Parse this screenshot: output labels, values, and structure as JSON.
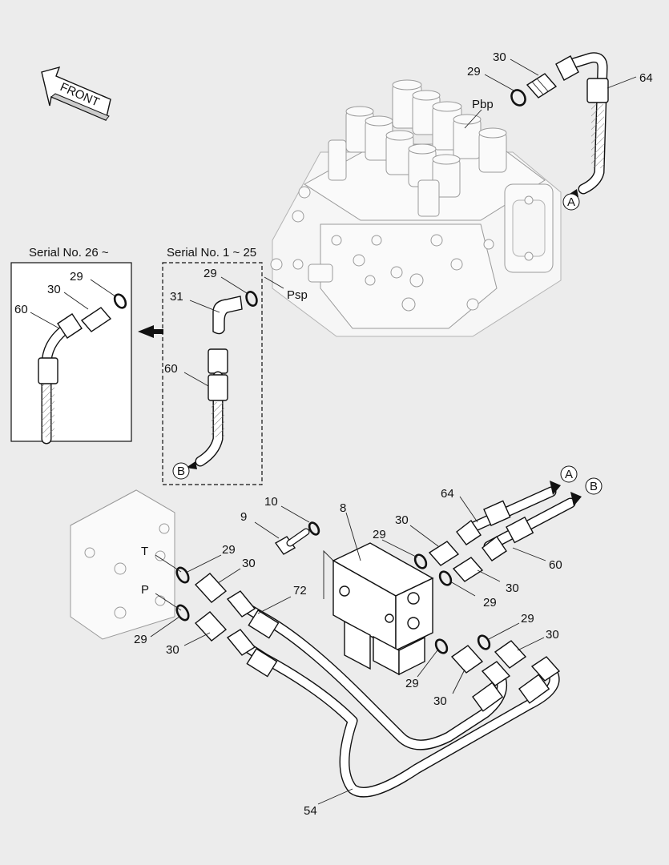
{
  "front_label": "FRONT",
  "insets": {
    "new_serial": "Serial No. 26 ~",
    "old_serial": "Serial No. 1 ~ 25"
  },
  "ports": {
    "pbp": "Pbp",
    "psp": "Psp",
    "t": "T",
    "p": "P"
  },
  "connectors": {
    "a": "A",
    "b": "B"
  },
  "part_numbers": {
    "p8": "8",
    "p9": "9",
    "p10": "10",
    "p29": "29",
    "p30": "30",
    "p31": "31",
    "p54": "54",
    "p60": "60",
    "p64": "64",
    "p72": "72"
  }
}
